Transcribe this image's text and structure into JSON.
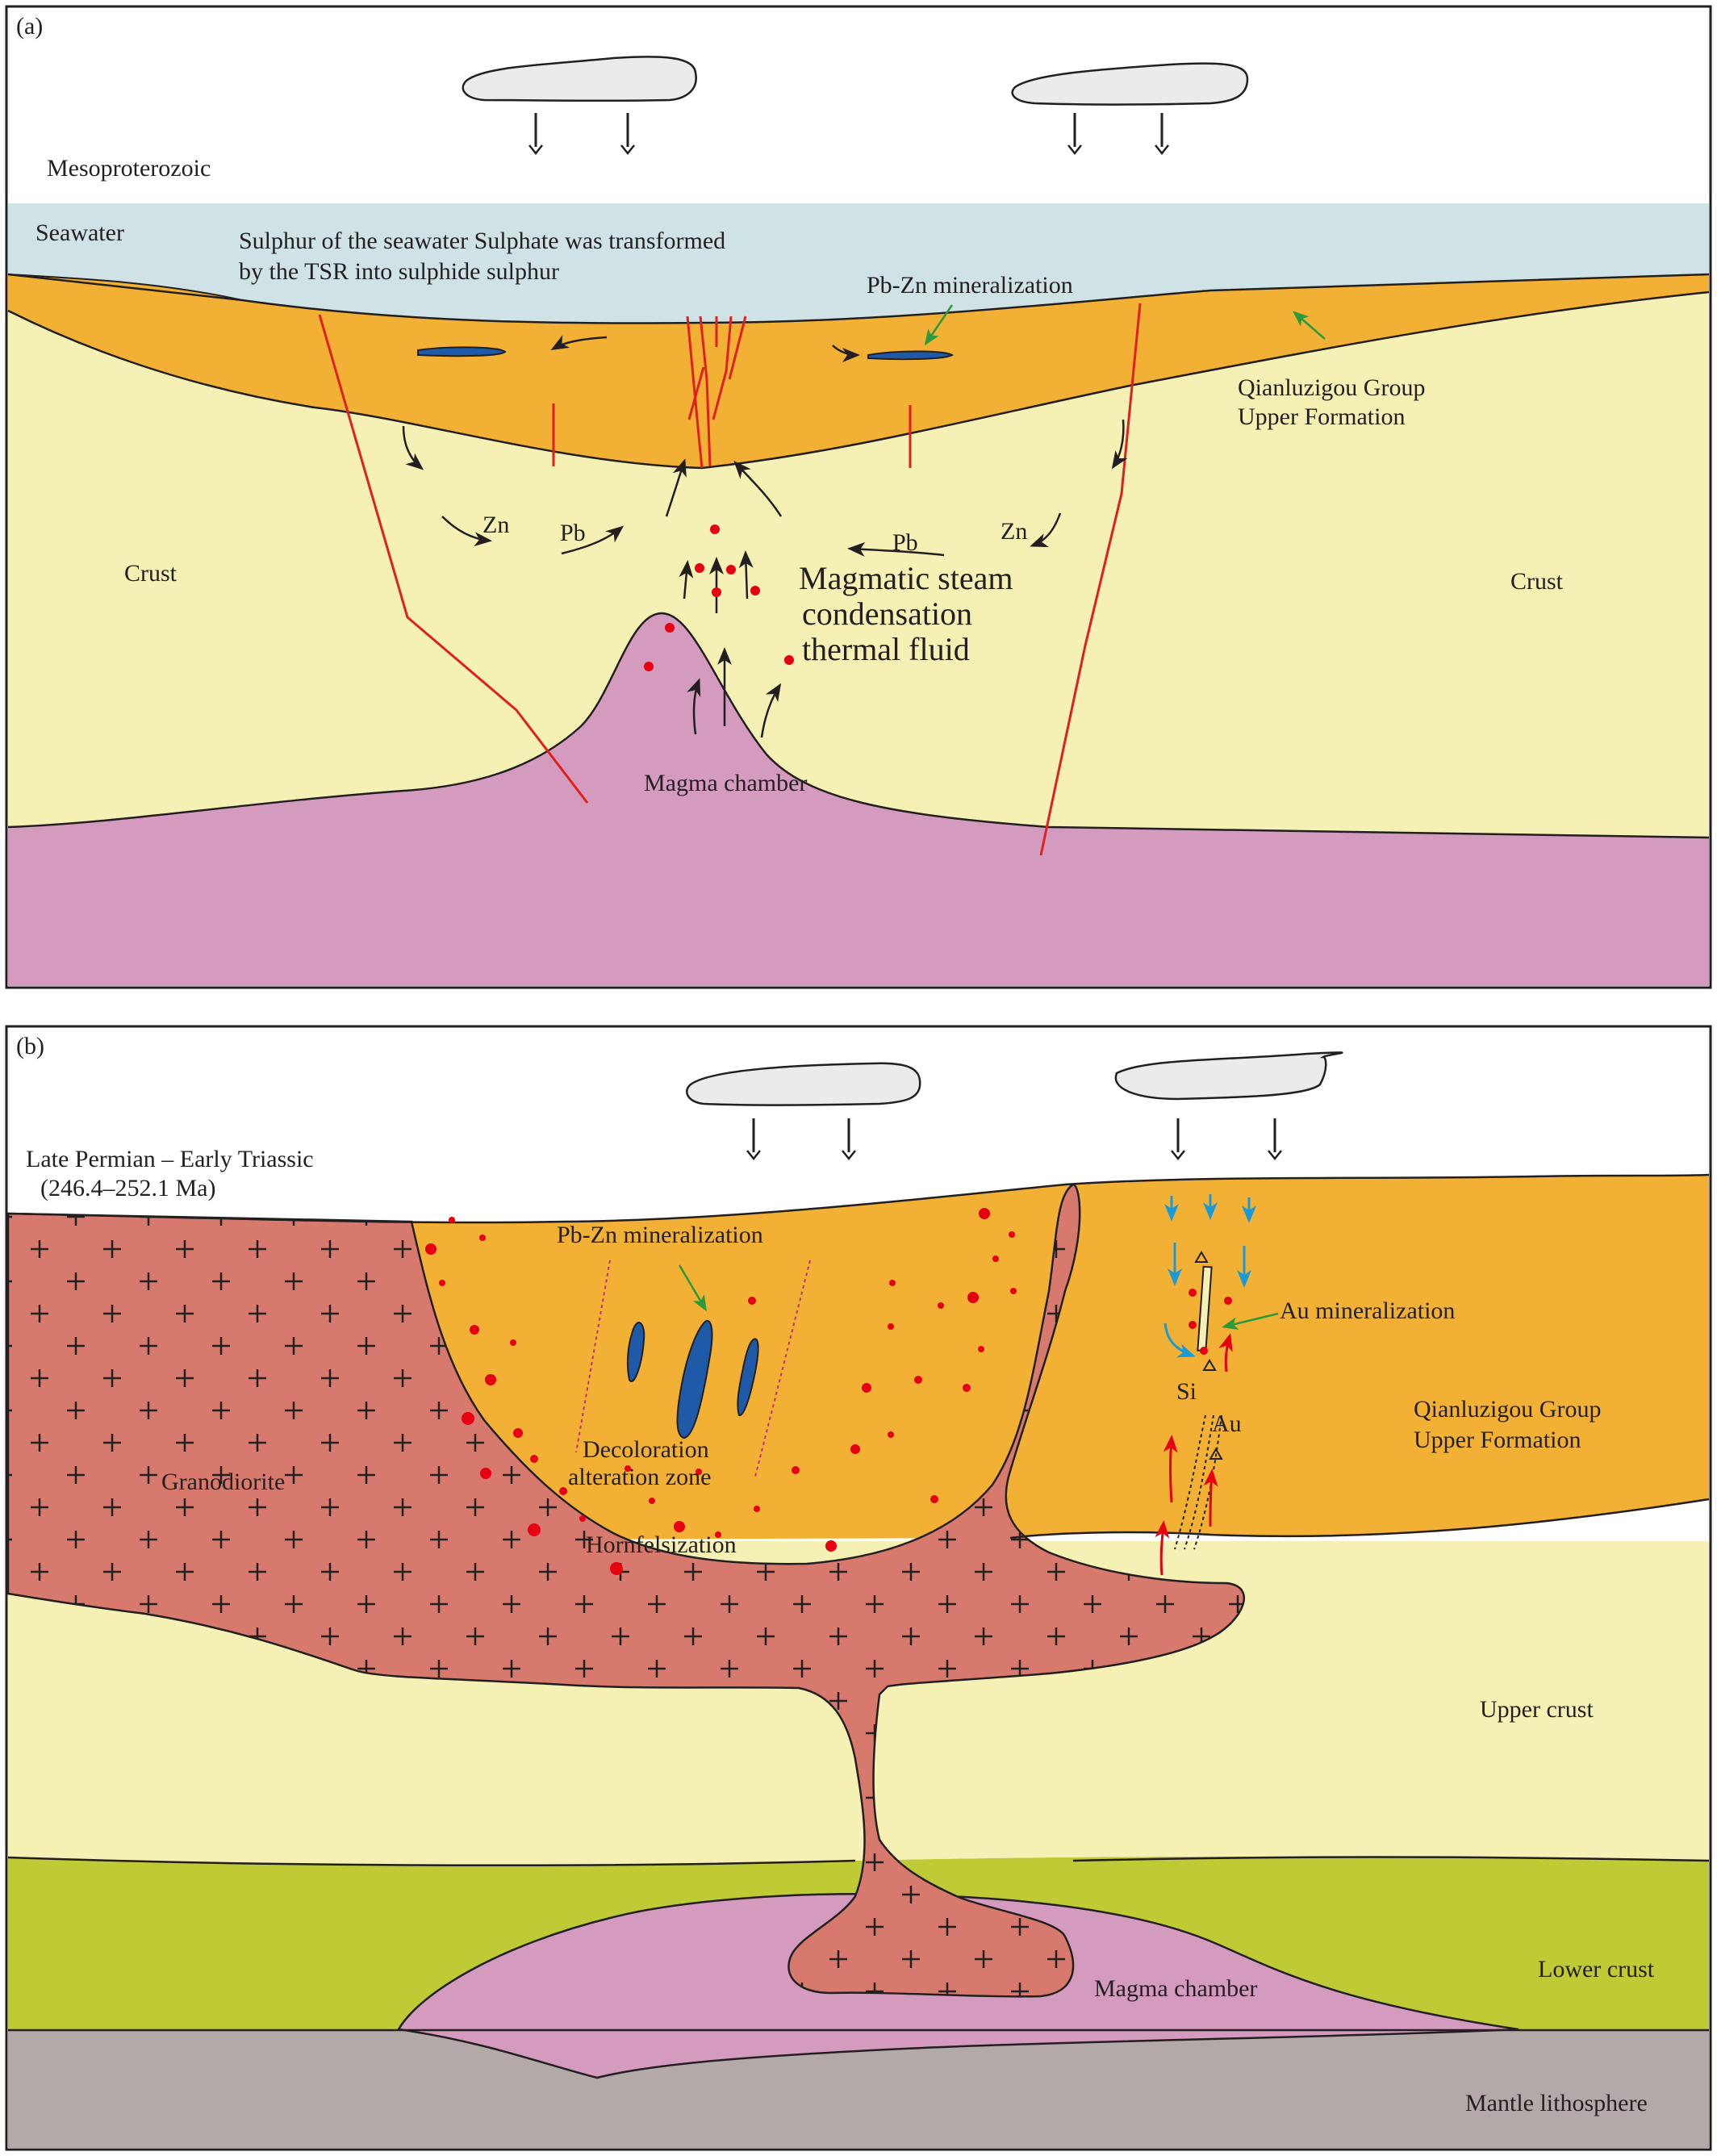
{
  "panel_a": {
    "tag": "(a)",
    "era": "Mesoproterozoic",
    "seawater": "Seawater",
    "tsr_line1": "Sulphur  of the seawater Sulphate was transformed",
    "tsr_line2": "by the TSR into sulphide sulphur",
    "pbzn": "Pb-Zn mineralization",
    "group_line1": "Qianluzigou Group",
    "group_line2": "Upper Formation",
    "crust_left": "Crust",
    "crust_right": "Crust",
    "zn_left": "Zn",
    "pb_left": "Pb",
    "pb_right": "Pb",
    "zn_right": "Zn",
    "fluid_line1": "Magmatic steam",
    "fluid_line2": "condensation",
    "fluid_line3": "thermal fluid",
    "magma": "Magma chamber"
  },
  "panel_b": {
    "tag": "(b)",
    "era_line1": "Late Permian – Early Triassic",
    "era_line2": "(246.4–252.1 Ma)",
    "pbzn": "Pb-Zn mineralization",
    "granodiorite": "Granodiorite",
    "decoloration_line1": "Decoloration",
    "decoloration_line2": "alteration zone",
    "hornfels": "Hornfelsization",
    "au_min": "Au mineralization",
    "si": "Si",
    "au": "Au",
    "group_line1": "Qianluzigou Group",
    "group_line2": "Upper Formation",
    "upper_crust": "Upper crust",
    "lower_crust": "Lower crust",
    "magma": "Magma chamber",
    "mantle": "Mantle lithosphere"
  },
  "colors": {
    "sea": "#cfe2e6",
    "orange": "#f2b134",
    "crust": "#f5f0b4",
    "magma": "#d49bbf",
    "granodiorite": "#d77a6d",
    "lower_crust": "#bfcb35",
    "mantle": "#b3a9a9",
    "cloud": "#ebebeb",
    "fault": "#e0201e",
    "ore": "#1f5aa8",
    "dot": "#e60012",
    "blue_arrow": "#1a9ad6",
    "green_arrow": "#2a9a3a"
  }
}
